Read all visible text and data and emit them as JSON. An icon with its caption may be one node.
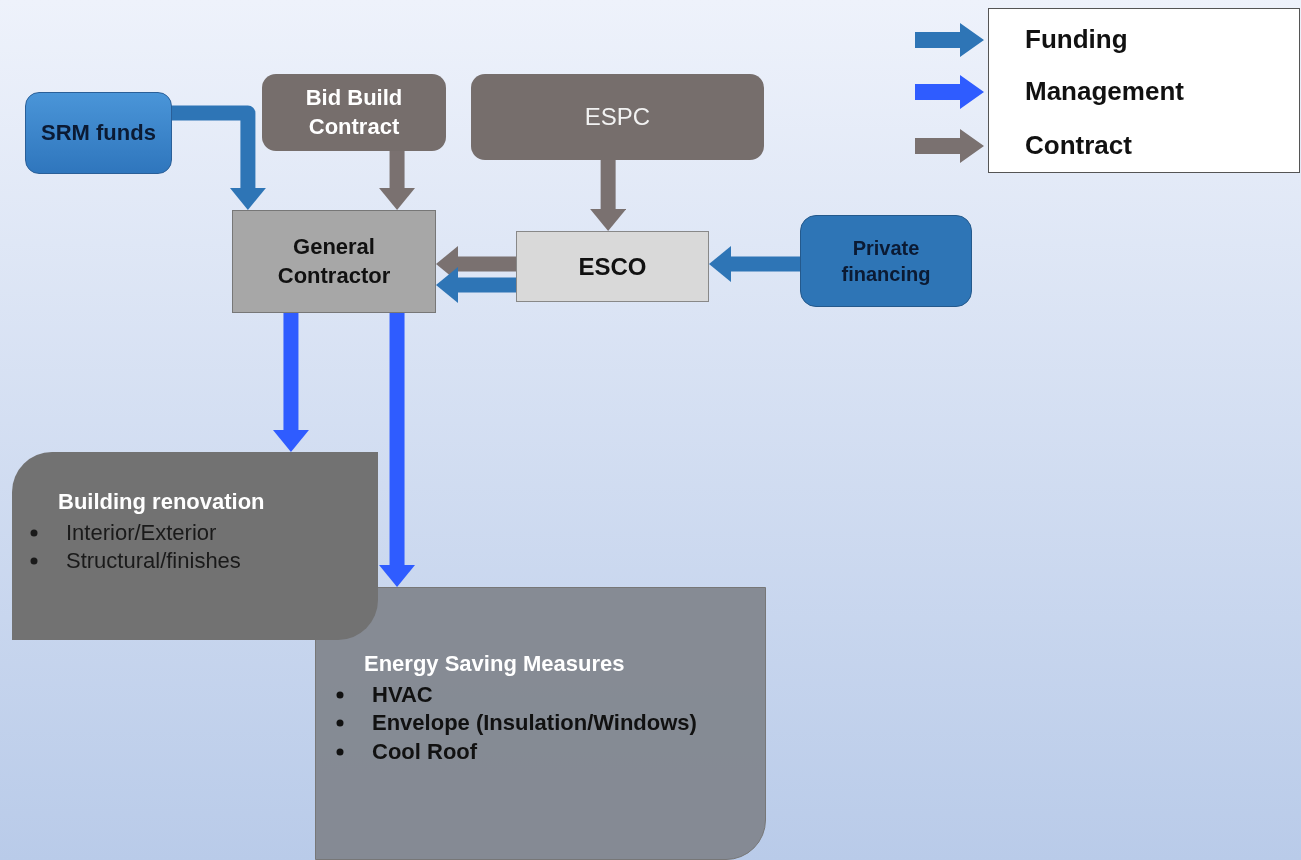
{
  "diagram": {
    "nodes": [
      {
        "text": [
          "SRM funds"
        ]
      },
      {
        "text": [
          "Bid Build Contract"
        ]
      },
      {
        "text": [
          "ESPC"
        ]
      },
      {
        "text": [
          "General Contractor"
        ]
      },
      {
        "text": [
          "ESCO"
        ]
      },
      {
        "text": [
          "Private financing"
        ]
      },
      {
        "text": [
          "Building renovation",
          "Interior/Exterior",
          "Structural/finishes"
        ]
      },
      {
        "text": [
          "Energy Saving Measures",
          "HVAC",
          "Envelope (Insulation/Windows)",
          "Cool Roof"
        ]
      }
    ],
    "edges": [
      {
        "from": 0,
        "to": 3,
        "arrow": "to",
        "color": "#2e75b6"
      },
      {
        "from": 1,
        "to": 3,
        "arrow": "to",
        "color": "#7a7170"
      },
      {
        "from": 2,
        "to": 4,
        "arrow": "to",
        "color": "#7a7170"
      },
      {
        "from": 4,
        "to": 3,
        "arrow": "to",
        "color": "#7a7170"
      },
      {
        "from": 4,
        "to": 3,
        "arrow": "to",
        "color": "#2e75b6"
      },
      {
        "from": 5,
        "to": 4,
        "arrow": "to",
        "color": "#2e75b6"
      },
      {
        "from": 3,
        "to": 6,
        "arrow": "to",
        "color": "#2f5cff"
      },
      {
        "from": 3,
        "to": 7,
        "arrow": "to",
        "color": "#2f5cff"
      }
    ],
    "legend": [
      {
        "text": "Funding",
        "color": "#2e75b6"
      },
      {
        "text": "Management",
        "color": "#2f5cff"
      },
      {
        "text": "Contract",
        "color": "#7a7170"
      }
    ]
  }
}
